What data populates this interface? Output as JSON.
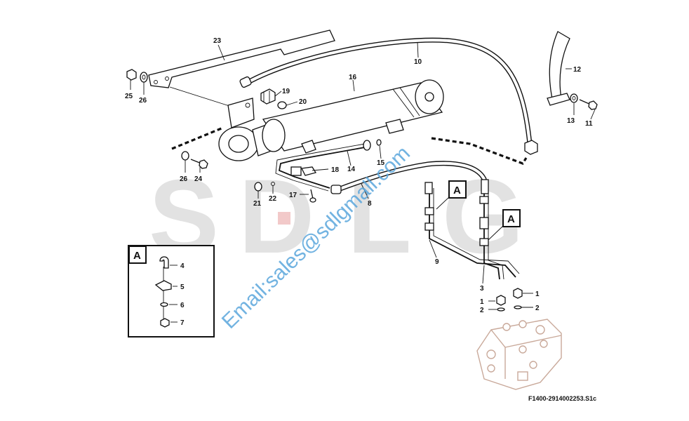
{
  "watermark": {
    "letters": [
      "S",
      "D",
      "L",
      "G"
    ],
    "email": "Email:sales@sdlgmall.com",
    "email_color": "#5aa6dc",
    "letter_color": "#e2e2e2",
    "accent_color": "#f2c9c9"
  },
  "part_numbers": {
    "p23": "23",
    "p25": "25",
    "p26a": "26",
    "p19": "19",
    "p20": "20",
    "p16": "16",
    "p10": "10",
    "p12": "12",
    "p13": "13",
    "p11": "11",
    "p26b": "26",
    "p24": "24",
    "p18": "18",
    "p14": "14",
    "p15": "15",
    "p21": "21",
    "p22": "22",
    "p17": "17",
    "p8": "8",
    "p9": "9",
    "p3": "3",
    "p1a": "1",
    "p2a": "2",
    "p1b": "1",
    "p2b": "2"
  },
  "callouts": {
    "a1": "A",
    "a2": "A"
  },
  "detail": {
    "label": "A",
    "items": {
      "i4": "4",
      "i5": "5",
      "i6": "6",
      "i7": "7"
    }
  },
  "reference": "F1400-2914002253.S1c"
}
